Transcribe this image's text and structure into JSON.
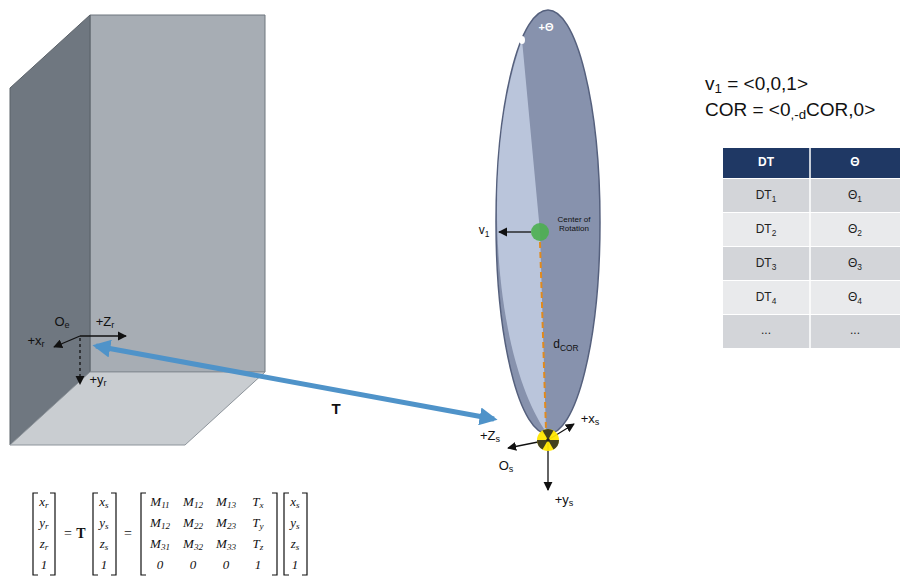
{
  "diagram": {
    "labels": [
      "+xr",
      "Oe",
      "+Zr",
      "+yr",
      "T",
      "+Θ",
      "Center of Rotation",
      "v1",
      "dCOR",
      "+Zs",
      "Os",
      "+xs",
      "+ys",
      "v1 = <0,0,1>",
      "COR = <0,-dCOR,0>",
      "DT",
      "Θ",
      "DT1",
      "Θ1",
      "DT2",
      "Θ2",
      "DT3",
      "Θ3",
      "DT4",
      "Θ4",
      "...",
      "...",
      "xr",
      "yr",
      "zr",
      "1",
      "=",
      "T",
      "xs",
      "ys",
      "zs",
      "1",
      "=",
      "M11",
      "M12",
      "M13",
      "Tx",
      "M12",
      "M22",
      "M23",
      "Ty",
      "M31",
      "M32",
      "M33",
      "Tz",
      "0",
      "0",
      "0",
      "1",
      "xs",
      "ys",
      "zs",
      "1"
    ]
  }
}
